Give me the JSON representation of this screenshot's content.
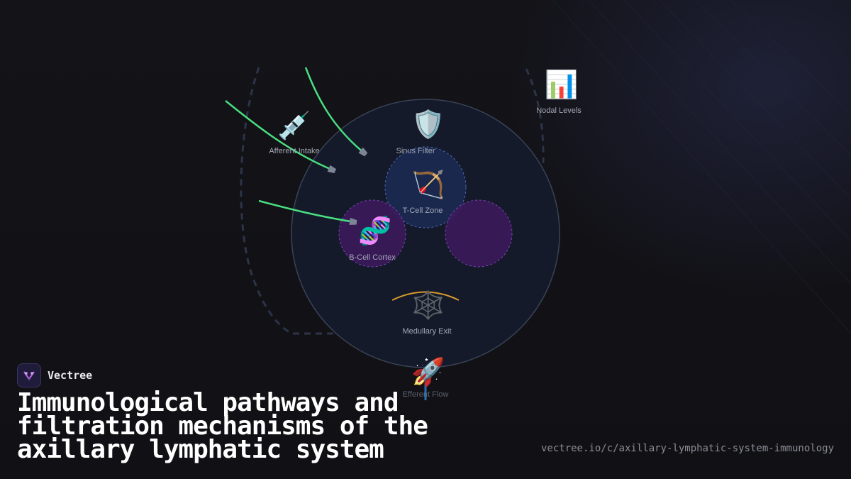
{
  "diagram": {
    "nodes": [
      {
        "id": "afferent",
        "label": "Afferent Intake",
        "icon": "syringe-icon",
        "glyph": "💉"
      },
      {
        "id": "sinus",
        "label": "Sinus Filter",
        "icon": "shield-icon",
        "glyph": "🛡️"
      },
      {
        "id": "nodal",
        "label": "Nodal Levels",
        "icon": "bar-chart-icon",
        "glyph": "📊"
      },
      {
        "id": "tcell",
        "label": "T-Cell Zone",
        "icon": "bow-and-arrow-icon",
        "glyph": "🏹"
      },
      {
        "id": "bcell",
        "label": "B-Cell Cortex",
        "icon": "dna-icon",
        "glyph": "🧬"
      },
      {
        "id": "medullary",
        "label": "Medullary Exit",
        "icon": "spider-web-icon",
        "glyph": "🕸️"
      },
      {
        "id": "efferent",
        "label": "Efferent Flow",
        "icon": "rocket-icon",
        "glyph": "🚀"
      }
    ],
    "colors": {
      "flow_arrow": "#4ade80",
      "arrowhead": "#7c8496",
      "node_fill": "#141a2a",
      "node_stroke": "#3a4256",
      "tcell_fill": "#1b2a52",
      "bcell_fill": "#3d1a5e",
      "exit_arc": "#d79a2a"
    }
  },
  "brand": {
    "name": "Vectree"
  },
  "title": "Immunological pathways and filtration mechanisms of the axillary lymphatic system",
  "url": "vectree.io/c/axillary-lymphatic-system-immunology"
}
